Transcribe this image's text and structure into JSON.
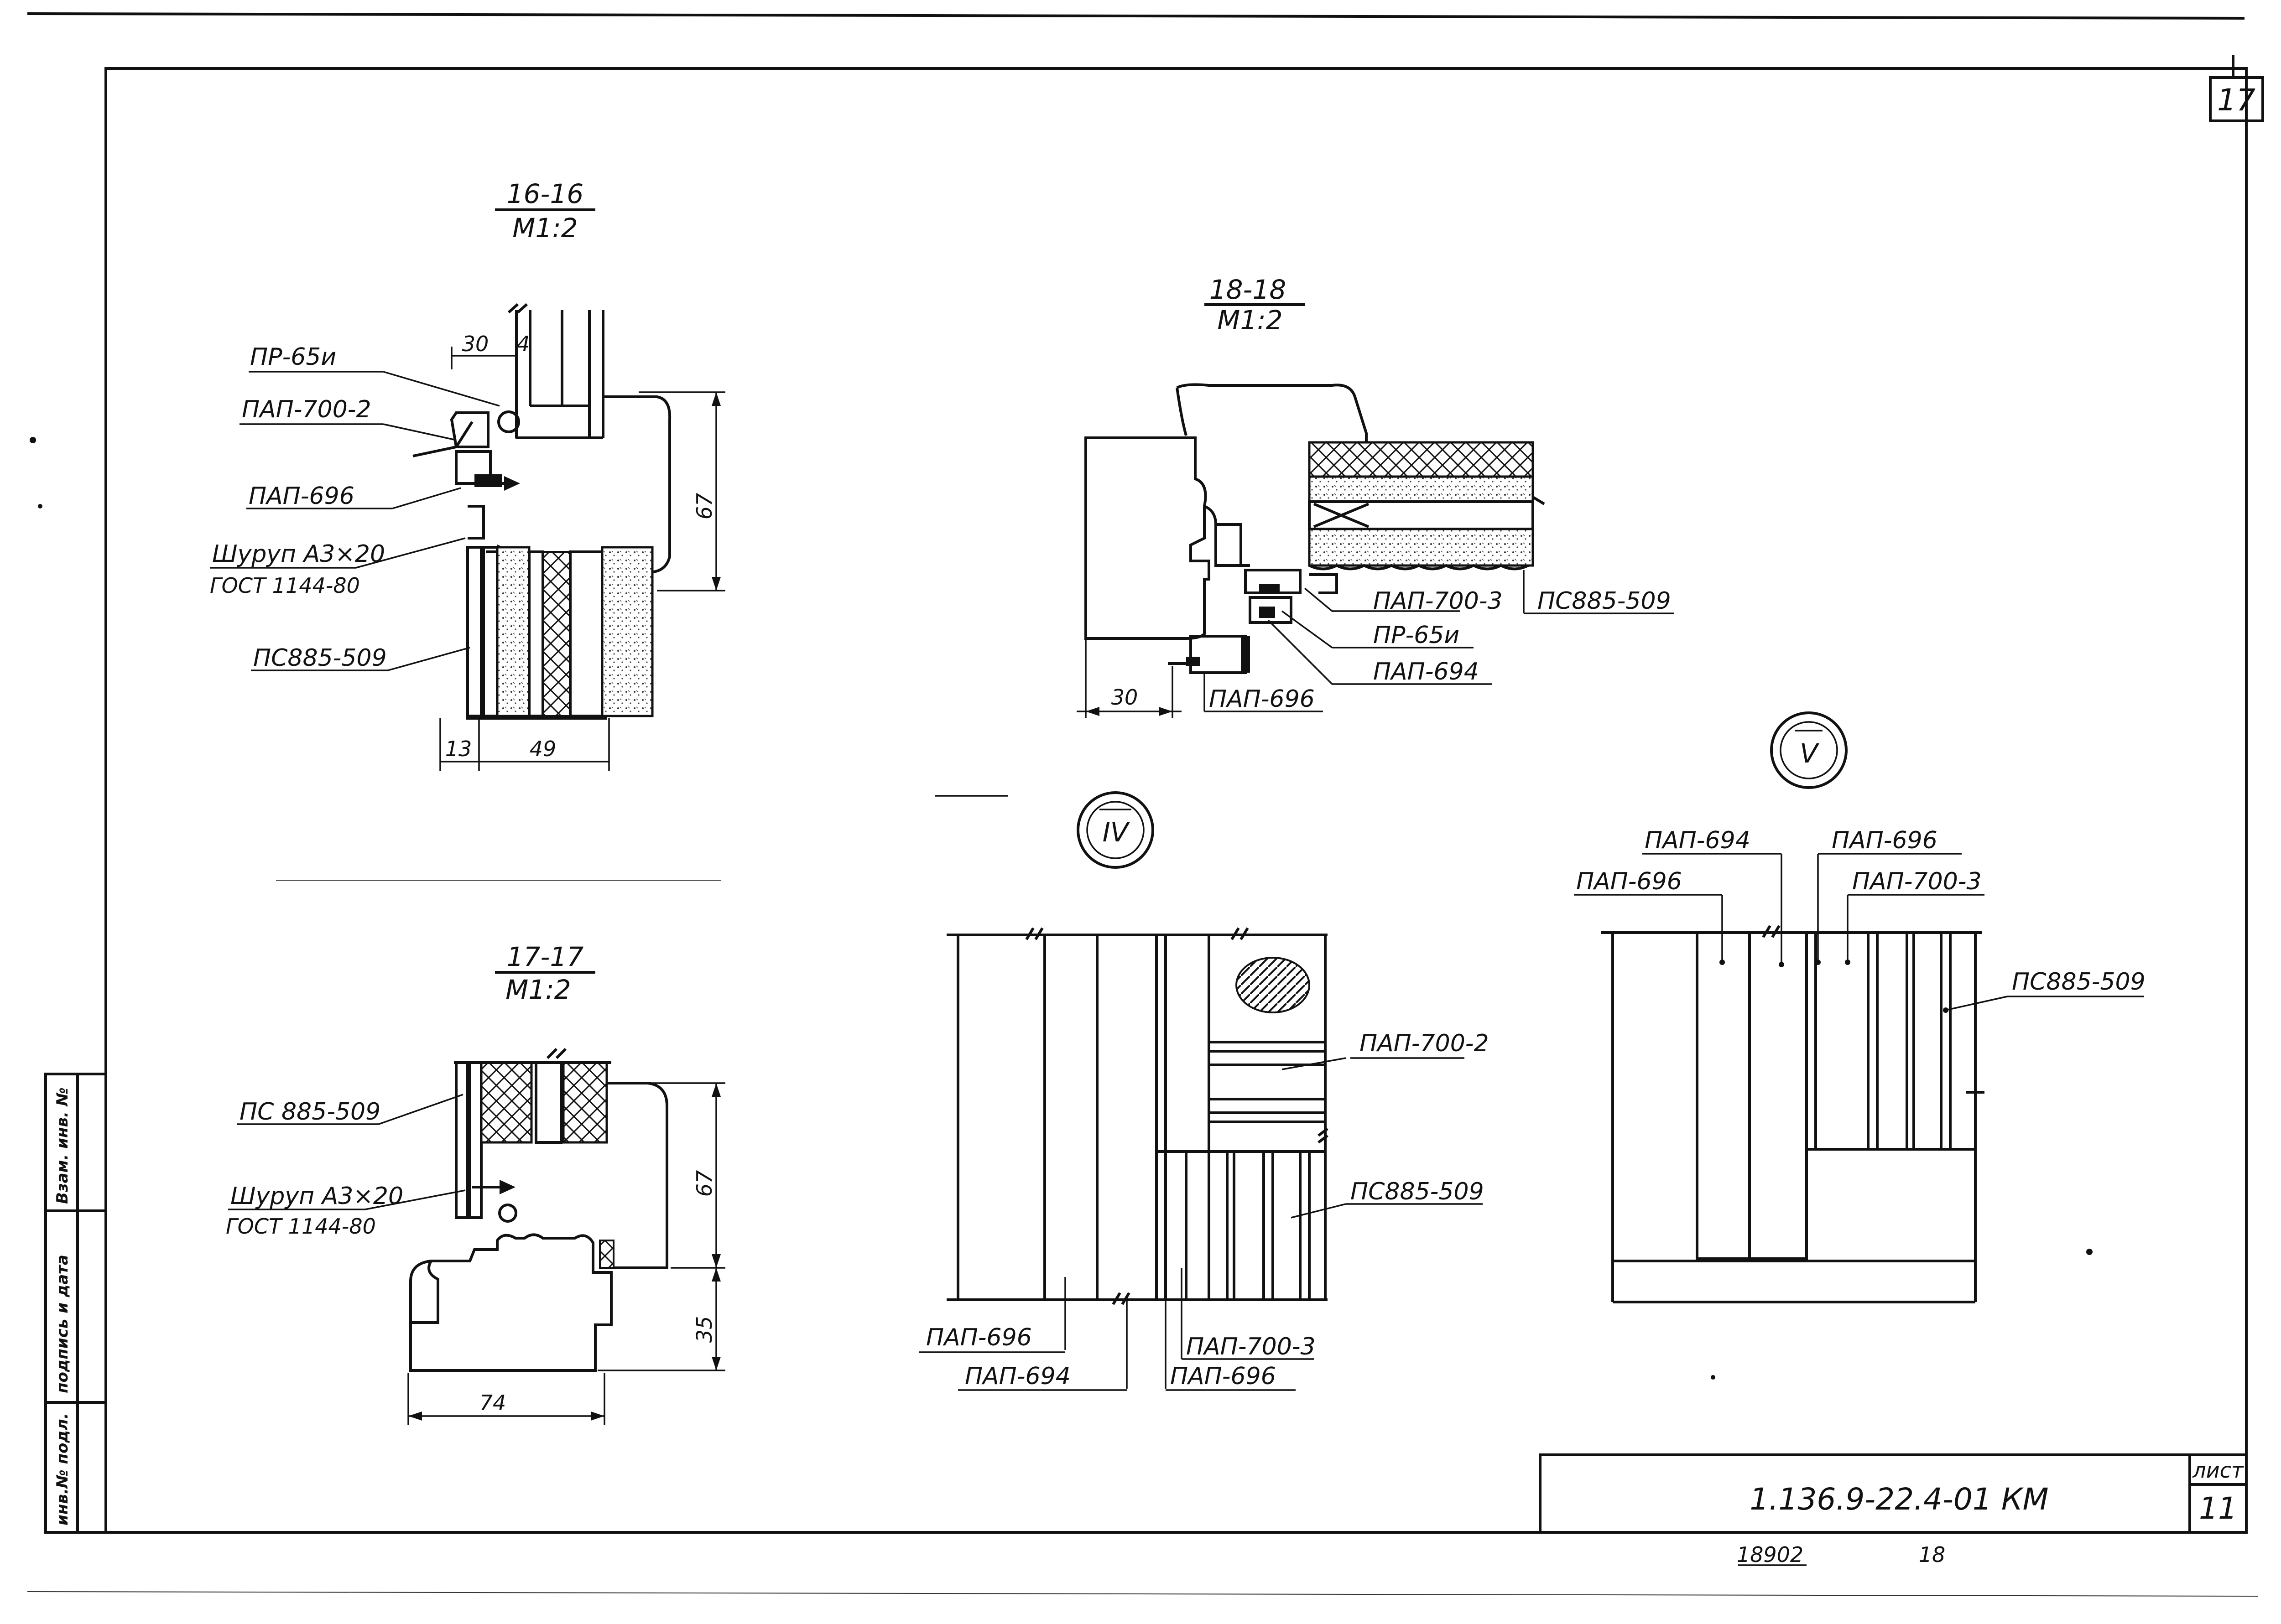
{
  "sheet": {
    "corner_number": "17",
    "designation": "1.136.9-22.4-01 КМ",
    "sheet_label": "лист",
    "sheet_number": "11",
    "footer_left": "18902",
    "footer_right": "18"
  },
  "side_stamp": {
    "inv_podl": "инв.№ подл.",
    "podpis_data": "подпись и дата",
    "vzam_inv": "Взам. инв. №"
  },
  "section_16": {
    "title": "16-16",
    "scale": "М1:2",
    "labels": [
      "ПР-65и",
      "ПАП-700-2",
      "ПАП-696",
      "Шуруп А3×20",
      "ГОСТ 1144-80",
      "ПС885-509"
    ],
    "dims": [
      "30",
      "4",
      "67",
      "13",
      "49"
    ]
  },
  "section_17": {
    "title": "17-17",
    "scale": "М1:2",
    "labels": [
      "ПС 885-509",
      "Шуруп А3×20",
      "ГОСТ 1144-80"
    ],
    "dims": [
      "67",
      "35",
      "74"
    ]
  },
  "section_18": {
    "title": "18-18",
    "scale": "М1:2",
    "labels": [
      "ПАП-700-3",
      "ПР-65и",
      "ПАП-694",
      "ПАП-696",
      "ПС885-509"
    ],
    "dims": [
      "30"
    ]
  },
  "view_4": {
    "marker": "IV",
    "labels": [
      "ПАП-700-2",
      "ПС885-509",
      "ПАП-696",
      "ПАП-694",
      "ПАП-700-3",
      "ПАП-696"
    ]
  },
  "view_5": {
    "marker": "V",
    "labels": [
      "ПАП-694",
      "ПАП-696",
      "ПАП-696",
      "ПАП-700-3",
      "ПС885-509"
    ]
  }
}
